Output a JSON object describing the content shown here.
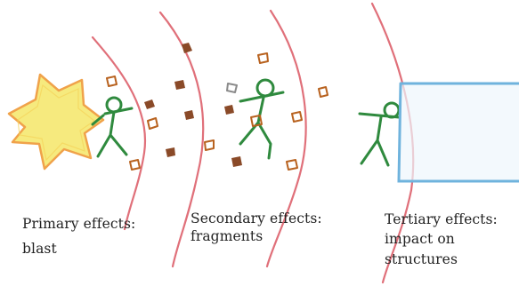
{
  "colors": {
    "wave_line": "#e0707a",
    "star_fill": "#f6ea7e",
    "star_outline": "#f0a24a",
    "figure_green": "#2f8a3e",
    "fragment_brown": "#8a4a28",
    "fragment_outline": "#b8621f",
    "wall_blue": "#6fb3dd",
    "text": "#222222"
  },
  "icons": {
    "explosion": "star-burst-icon",
    "person": "stick-figure-icon",
    "fragment": "debris-icon",
    "structure": "wall-icon"
  },
  "labels": {
    "primary": {
      "line1": "Primary effects:",
      "line2": "blast"
    },
    "secondary": {
      "line1": "Secondary effects:",
      "line2": "fragments"
    },
    "tertiary": {
      "line1": "Tertiary effects:",
      "line2": "impact on",
      "line3": "structures"
    }
  }
}
